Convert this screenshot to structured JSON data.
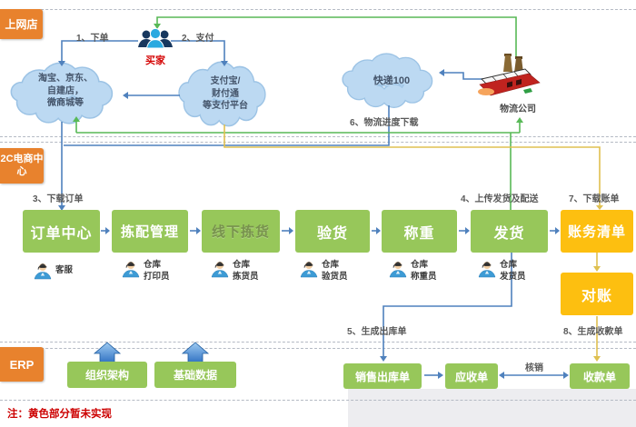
{
  "sections": {
    "store_label": "上网店",
    "ec_label": "2C电商中心",
    "erp_label": "ERP"
  },
  "buyer_label": "买家",
  "logistics_label": "物流公司",
  "clouds": {
    "shops": {
      "line1": "淘宝、京东、",
      "line2": "自建店，",
      "line3": "微商城等"
    },
    "payment": {
      "line1": "支付宝/",
      "line2": "财付通",
      "line3": "等支付平台"
    },
    "express": {
      "line1": "快递100"
    }
  },
  "step_labels": {
    "s1": "1、下单",
    "s2": "2、支付",
    "s3": "3、下载订单",
    "s4": "4、上传发货及配送",
    "s5": "5、生成出库单",
    "s6": "6、物流进度下载",
    "s7": "7、下载账单",
    "s8": "8、生成收款单"
  },
  "process_row": {
    "order_center": "订单中心",
    "picking_mgmt": "拣配管理",
    "offline_picking": "线下拣货",
    "inspection": "验货",
    "weighing": "称重",
    "shipping": "发货",
    "billing_list": "账务清单"
  },
  "roles": {
    "customer_service": "客服",
    "printer": {
      "line1": "仓库",
      "line2": "打印员"
    },
    "picker": {
      "line1": "仓库",
      "line2": "拣货员"
    },
    "inspector": {
      "line1": "仓库",
      "line2": "验货员"
    },
    "weigher": {
      "line1": "仓库",
      "line2": "称重员"
    },
    "shipper": {
      "line1": "仓库",
      "line2": "发货员"
    }
  },
  "finance": {
    "reconciliation": "对账",
    "sales_outbound": "销售出库单",
    "receivable": "应收单",
    "receipt": "收款单",
    "writeoff_label": "核销"
  },
  "erp_row": {
    "org": "组织架构",
    "base_data": "基础数据"
  },
  "note": "注：黄色部分暂未实现",
  "colors": {
    "green-box": "#97c75a",
    "orange-box": "#fdbf10",
    "section-orange": "#e8822d",
    "line-blue": "#4f81bd",
    "line-green": "#58b957",
    "line-yellow": "#dfc050",
    "cloud-fill": "#bcd9f2",
    "cloud-border": "#9cc3e5",
    "muted-green-text": "#78924e",
    "red-text": "#cc0000",
    "label-gray": "#595959"
  }
}
